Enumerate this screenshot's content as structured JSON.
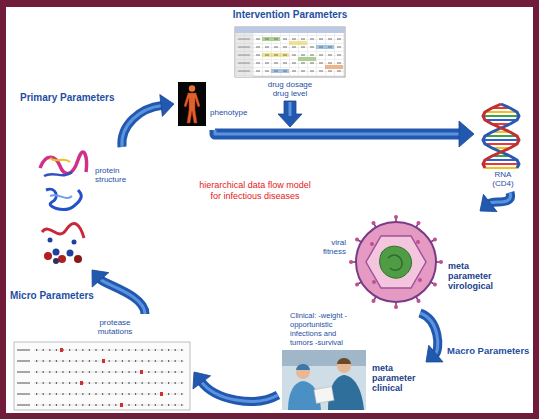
{
  "diagram": {
    "nodes": [
      {
        "text": [
          "drug dosage drug level"
        ]
      },
      {
        "text": [
          "phenotype"
        ]
      },
      {
        "text": [
          "RNA (CD4)"
        ]
      },
      {
        "text": [
          "viral fitness",
          "meta parameter virological"
        ]
      },
      {
        "text": [
          "Clinical: -weight -opportunistic infections and tumors -survival",
          "meta parameter clinical"
        ]
      },
      {
        "text": [
          "protease mutations"
        ]
      },
      {
        "text": [
          "protein structure"
        ]
      }
    ],
    "edges": [
      {
        "from": 1,
        "to": 2,
        "arrow": "to"
      },
      {
        "from": 2,
        "to": 3,
        "arrow": "to"
      },
      {
        "from": 3,
        "to": 4,
        "arrow": "to"
      },
      {
        "from": 4,
        "to": 5,
        "arrow": "to"
      },
      {
        "from": 5,
        "to": 6,
        "arrow": "to"
      },
      {
        "from": 6,
        "to": 1,
        "arrow": "to"
      }
    ],
    "labels": [
      "Intervention Parameters",
      "Primary Parameters",
      "hierarchical data flow model for infectious diseases",
      "Micro Parameters",
      "Macro Parameters"
    ]
  }
}
